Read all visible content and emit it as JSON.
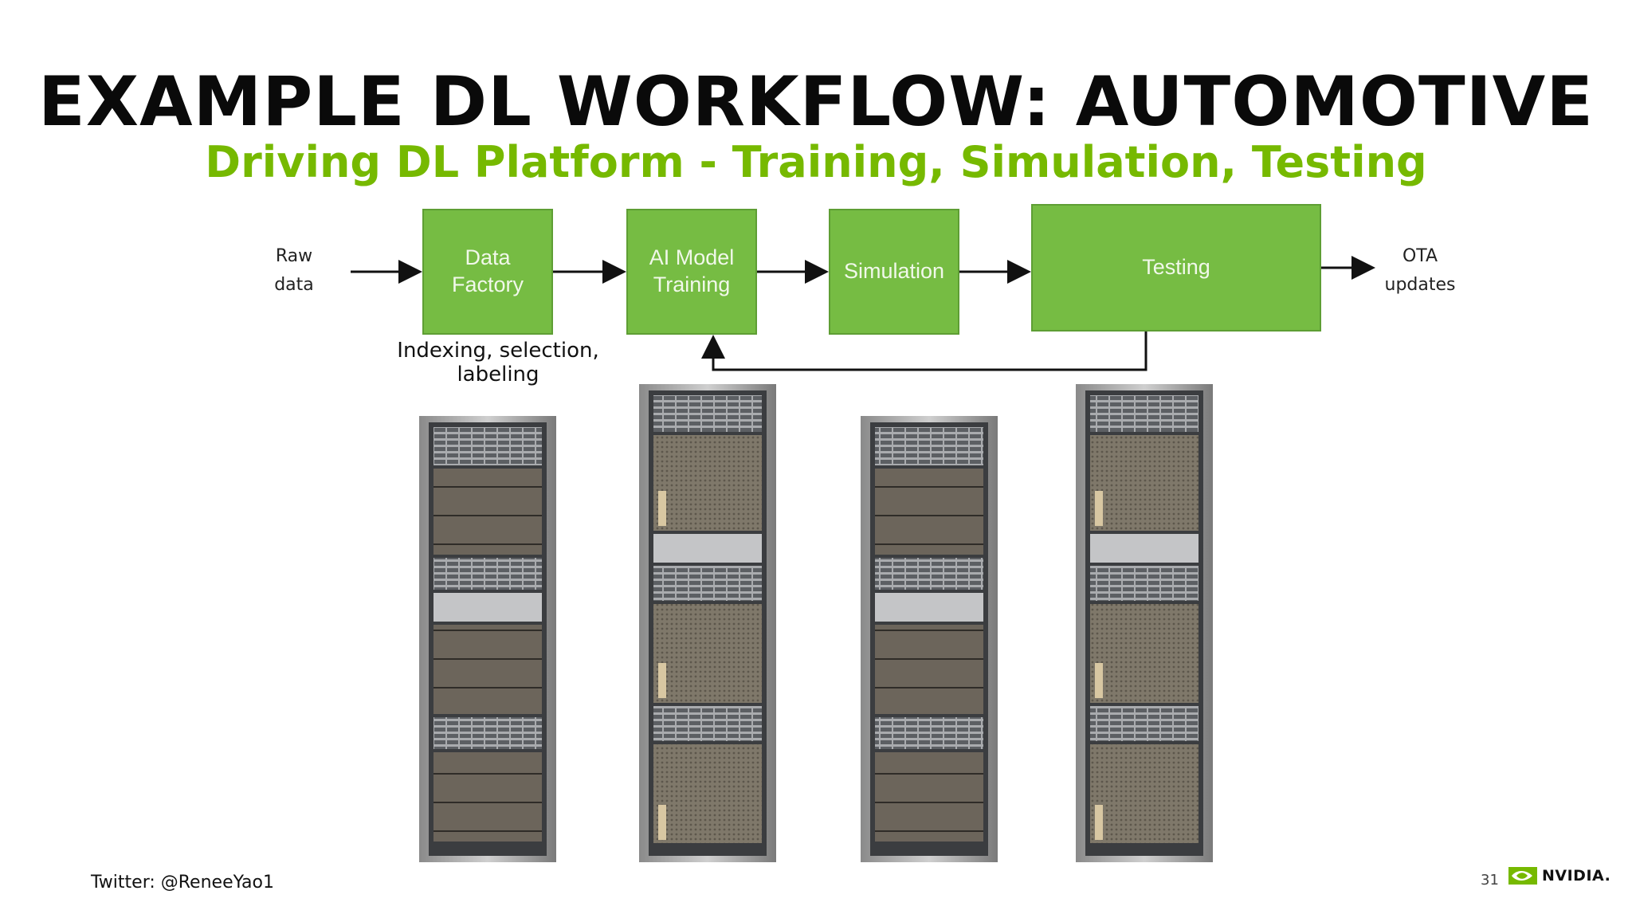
{
  "slide": {
    "title": "EXAMPLE DL WORKFLOW:  AUTOMOTIVE",
    "subtitle": "Driving DL Platform - Training, Simulation, Testing",
    "accent_color": "#76b900",
    "box_color": "#76bc43"
  },
  "workflow": {
    "input_label_line1": "Raw",
    "input_label_line2": "data",
    "output_label_line1": "OTA",
    "output_label_line2": "updates",
    "steps": [
      {
        "line1": "Data",
        "line2": "Factory"
      },
      {
        "line1": "AI Model",
        "line2": "Training"
      },
      {
        "line1": "Simulation",
        "line2": ""
      },
      {
        "line1": "Testing",
        "line2": ""
      }
    ],
    "feedback_loop": "Testing to AI Model Training",
    "note_line1": "Indexing, selection,",
    "note_line2": "labeling"
  },
  "racks": [
    {
      "kind": "storage-rack"
    },
    {
      "kind": "dgx-rack"
    },
    {
      "kind": "storage-rack"
    },
    {
      "kind": "dgx-rack"
    }
  ],
  "footer": {
    "twitter": "Twitter: @ReneeYao1",
    "page_number": "31",
    "brand": "NVIDIA."
  }
}
